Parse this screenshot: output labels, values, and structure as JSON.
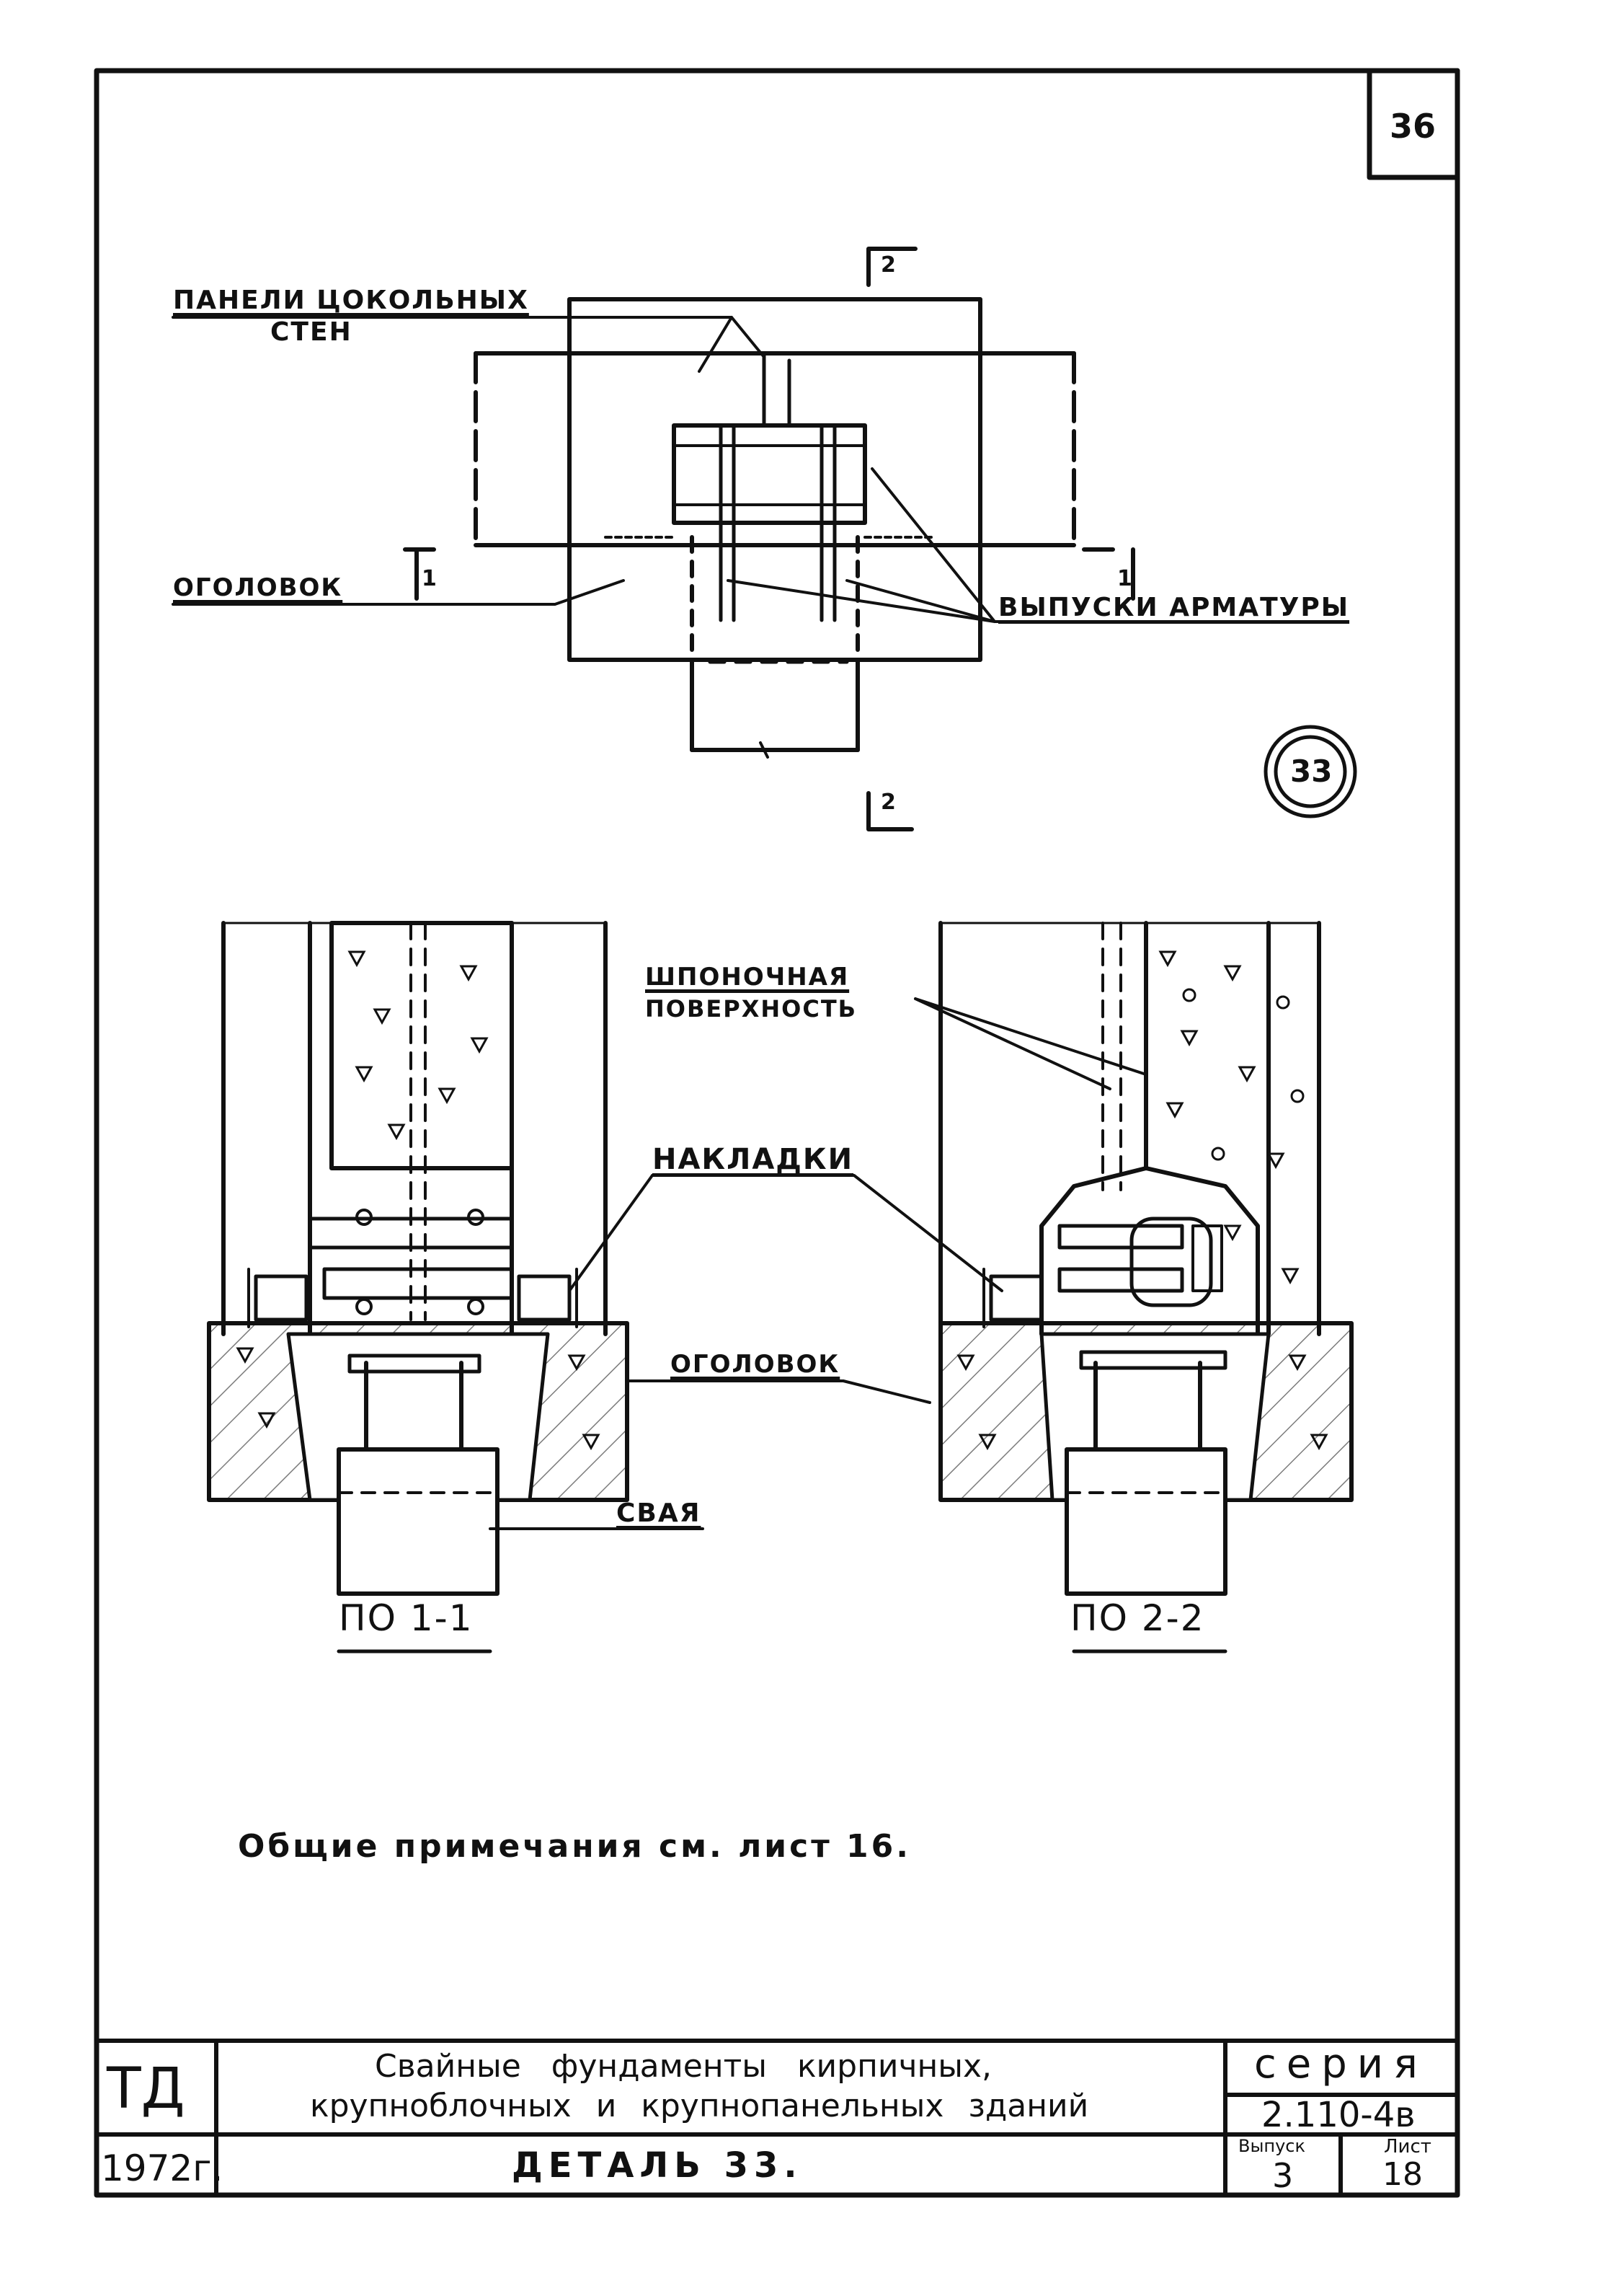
{
  "sheet": {
    "sheet_number": "36",
    "detail_marker": "33",
    "general_notes": "Общие примечания см. лист 16."
  },
  "plan": {
    "label_panels_line1": "ПАНЕЛИ ЦОКОЛЬНЫХ",
    "label_panels_line2": "СТЕН",
    "label_cap": "ОГОЛОВОК",
    "label_rebar": "ВЫПУСКИ АРМАТУРЫ",
    "cut_1_left": "1",
    "cut_1_right": "1",
    "cut_2_top": "2",
    "cut_2_bottom": "2"
  },
  "sections": {
    "label_key_surface_line1": "ШПОНОЧНАЯ",
    "label_key_surface_line2": "ПОВЕРХНОСТЬ",
    "label_plates": "НАКЛАДКИ",
    "label_cap": "ОГОЛОВОК",
    "label_pile": "СВАЯ",
    "caption_left": "ПО 1-1",
    "caption_right": "ПО 2-2"
  },
  "title_block": {
    "org": "ТД",
    "year": "1972г.",
    "title_line1": "Свайные фундаменты кирпичных,",
    "title_line2": "крупноблочных и крупнопанельных зданий",
    "detail_title": "ДЕТАЛЬ 33.",
    "series_label": "серия",
    "series_value": "2.110-4в",
    "issue_label": "Выпуск",
    "issue_value": "3",
    "sheet_label": "Лист",
    "sheet_value": "18"
  },
  "colors": {
    "ink": "#111111",
    "paper": "#ffffff"
  }
}
